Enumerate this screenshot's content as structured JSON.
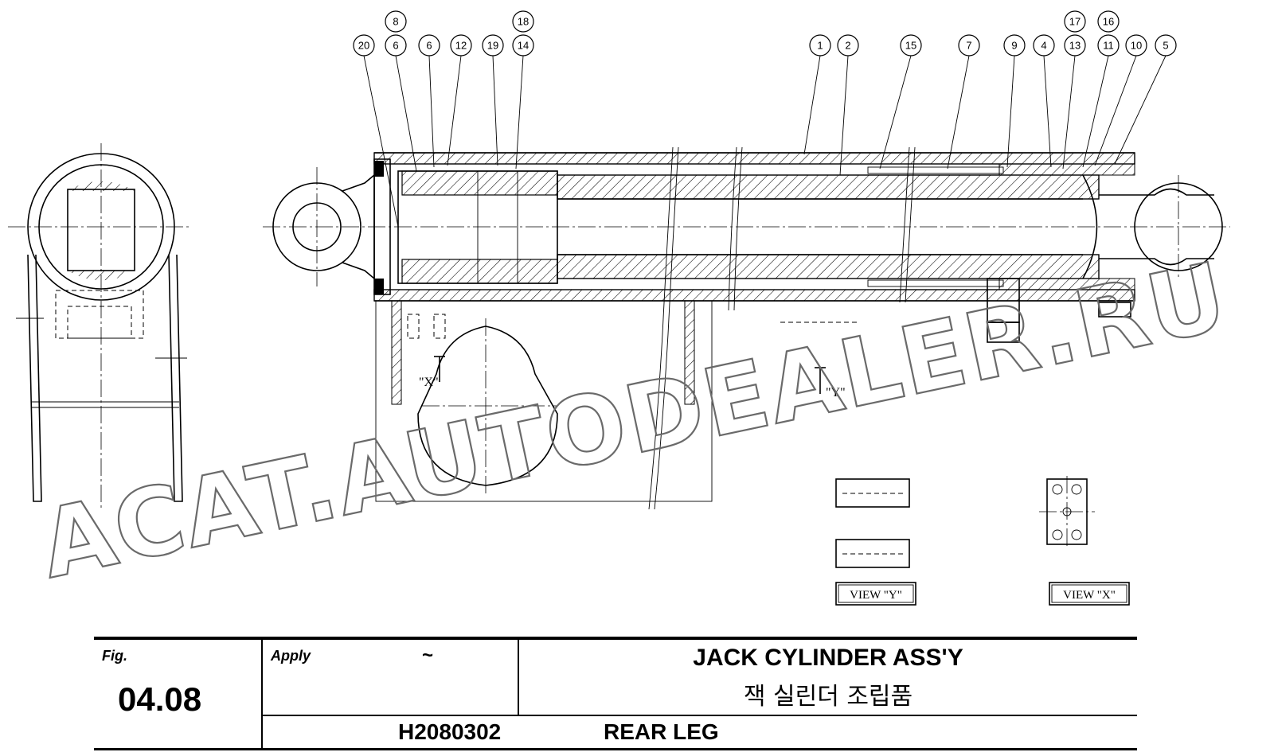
{
  "diagram": {
    "balloons": [
      "1",
      "2",
      "4",
      "5",
      "6",
      "6",
      "7",
      "8",
      "9",
      "10",
      "11",
      "12",
      "13",
      "14",
      "15",
      "16",
      "17",
      "18",
      "19",
      "20"
    ],
    "section_labels": [
      "\"X\"",
      "\"Y\""
    ],
    "views": {
      "view_y": "VIEW \"Y\"",
      "view_x": "VIEW \"X\""
    },
    "watermark": "ACAT.AUTODEALER.RU"
  },
  "title_block": {
    "fig_label": "Fig.",
    "fig_number": "04.08",
    "apply_label": "Apply",
    "apply_value": "~",
    "title_en": "JACK CYLINDER ASS'Y",
    "title_ko": "잭 실린더 조립품",
    "part_number": "H2080302",
    "part_desc": "REAR LEG"
  }
}
